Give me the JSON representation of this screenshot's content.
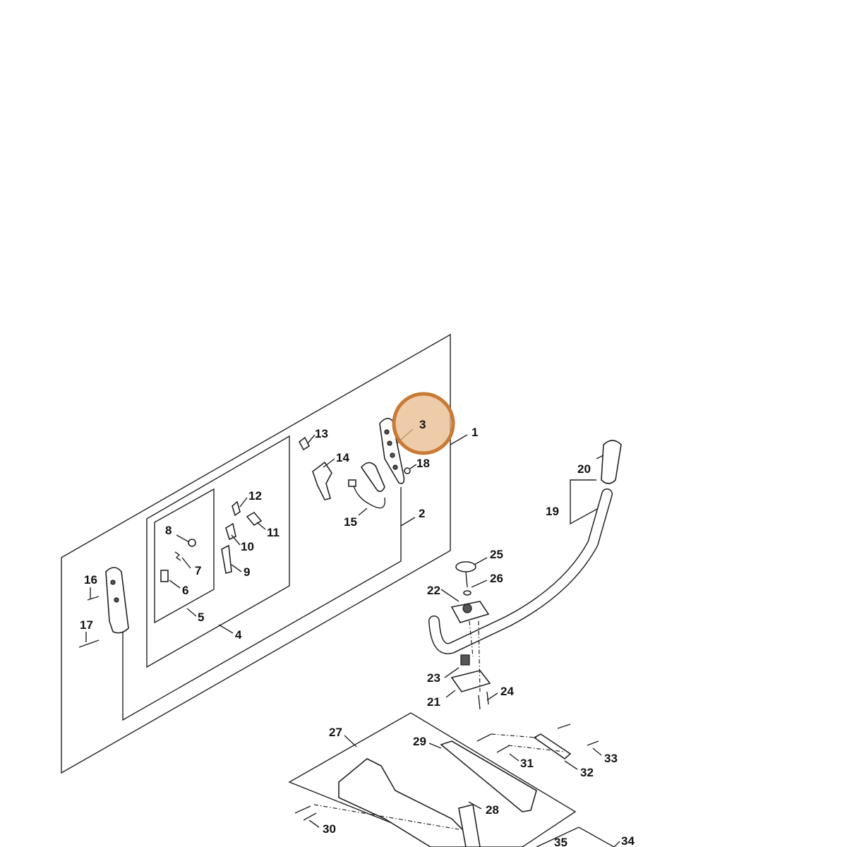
{
  "callouts": [
    {
      "id": "c1",
      "label": "1"
    },
    {
      "id": "c2",
      "label": "2"
    },
    {
      "id": "c3",
      "label": "3",
      "highlight": true
    },
    {
      "id": "c4",
      "label": "4"
    },
    {
      "id": "c5",
      "label": "5"
    },
    {
      "id": "c6",
      "label": "6"
    },
    {
      "id": "c7",
      "label": "7"
    },
    {
      "id": "c8",
      "label": "8"
    },
    {
      "id": "c9",
      "label": "9"
    },
    {
      "id": "c10",
      "label": "10"
    },
    {
      "id": "c11",
      "label": "11"
    },
    {
      "id": "c12",
      "label": "12"
    },
    {
      "id": "c13",
      "label": "13"
    },
    {
      "id": "c14",
      "label": "14"
    },
    {
      "id": "c15",
      "label": "15"
    },
    {
      "id": "c16",
      "label": "16"
    },
    {
      "id": "c17",
      "label": "17"
    },
    {
      "id": "c18",
      "label": "18"
    },
    {
      "id": "c19",
      "label": "19"
    },
    {
      "id": "c20",
      "label": "20"
    },
    {
      "id": "c21",
      "label": "21"
    },
    {
      "id": "c22",
      "label": "22"
    },
    {
      "id": "c23",
      "label": "23"
    },
    {
      "id": "c24",
      "label": "24"
    },
    {
      "id": "c25",
      "label": "25"
    },
    {
      "id": "c26",
      "label": "26"
    },
    {
      "id": "c27",
      "label": "27"
    },
    {
      "id": "c28",
      "label": "28"
    },
    {
      "id": "c29",
      "label": "29"
    },
    {
      "id": "c30",
      "label": "30"
    },
    {
      "id": "c31",
      "label": "31"
    },
    {
      "id": "c32",
      "label": "32"
    },
    {
      "id": "c33",
      "label": "33"
    },
    {
      "id": "c34",
      "label": "34"
    },
    {
      "id": "c35",
      "label": "35"
    }
  ],
  "highlight_color": "#c97a35"
}
